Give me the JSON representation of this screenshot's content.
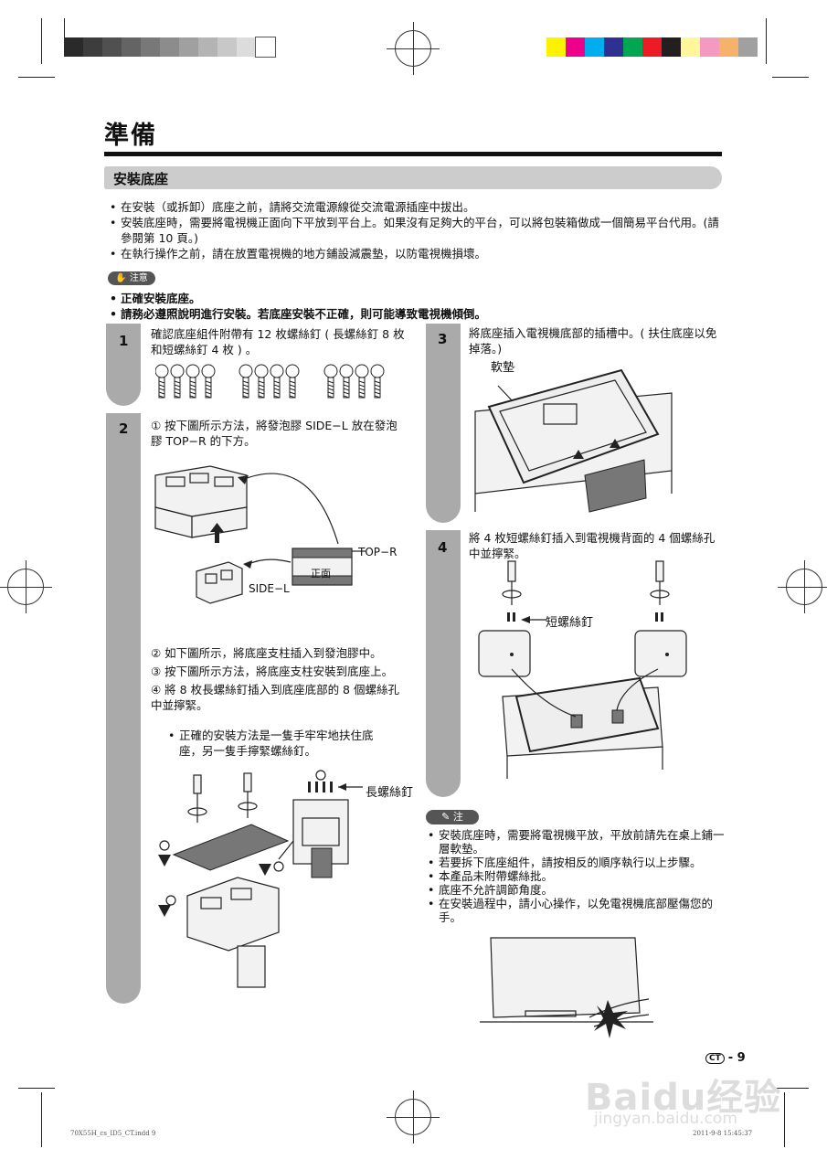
{
  "page": {
    "title": "準備",
    "section": "安裝底座",
    "number": "9",
    "region_badge": "CT",
    "footer_left": "70X55H_cs_ID5_CT.indd  9",
    "footer_right": "2011-9-8   15:45:37"
  },
  "intro_bullets": [
    "在安裝（或拆卸）底座之前，請將交流電源線從交流電源插座中拔出。",
    "安裝底座時，需要將電視機正面向下平放到平台上。如果沒有足夠大的平台，可以將包裝箱做成一個簡易平台代用。(請參閱第 10 頁。)",
    "在執行操作之前，請在放置電視機的地方鋪設減震墊，以防電視機損壞。"
  ],
  "caution": {
    "label": "注意",
    "items": [
      "正確安裝底座。",
      "請務必遵照說明進行安裝。若底座安裝不正確，則可能導致電視機傾倒。"
    ]
  },
  "steps": {
    "s1": {
      "num": "1",
      "text": "確認底座組件附帶有 12 枚螺絲釘 ( 長螺絲釘 8 枚和短螺絲釘 4 枚 ) 。"
    },
    "s2": {
      "num": "2",
      "sub1": "① 按下圖所示方法，將發泡膠 SIDE−L 放在發泡膠 TOP−R 的下方。",
      "sub2": "② 如下圖所示，將底座支柱插入到發泡膠中。",
      "sub3": "③ 按下圖所示方法，將底座支柱安裝到底座上。",
      "sub4": "④ 將 8 枚長螺絲釘插入到底座底部的 8 個螺絲孔中並擰緊。",
      "tip": "正確的安裝方法是一隻手牢牢地扶住底座，另一隻手擰緊螺絲釘。",
      "label_top": "TOP−R",
      "label_side": "SIDE−L",
      "label_front": "正面",
      "label_long_screw": "長螺絲釘"
    },
    "s3": {
      "num": "3",
      "text": "將底座插入電視機底部的插槽中。( 扶住底座以免掉落。)",
      "label_pad": "軟墊"
    },
    "s4": {
      "num": "4",
      "text": "將 4 枚短螺絲釘插入到電視機背面的 4 個螺絲孔中並擰緊。",
      "label_short_screw": "短螺絲釘"
    }
  },
  "notes": {
    "label": "注",
    "items": [
      "安裝底座時，需要將電視機平放，平放前請先在桌上鋪一層軟墊。",
      "若要拆下底座組件，請按相反的順序執行以上步驟。",
      "本產品未附帶螺絲批。",
      "底座不允許調節角度。",
      "在安裝過程中，請小心操作，以免電視機底部壓傷您的手。"
    ]
  },
  "watermark": {
    "brand": "Baidu经验",
    "url": "jingyan.baidu.com"
  },
  "colors": {
    "grays": [
      "#2a2a2a",
      "#3d3d3d",
      "#505050",
      "#646464",
      "#787878",
      "#8c8c8c",
      "#a0a0a0",
      "#b4b4b4",
      "#c8c8c8",
      "#dcdcdc",
      "#ffffff"
    ],
    "process": [
      "#fff200",
      "#ec008c",
      "#00aeef",
      "#2e3192",
      "#00a651",
      "#ed1c24",
      "#231f20",
      "#fff799",
      "#f49ac1",
      "#f6b26b",
      "#a0a0a0"
    ],
    "step_bar": "#aaaaaa",
    "section_bar": "#cccccc"
  }
}
